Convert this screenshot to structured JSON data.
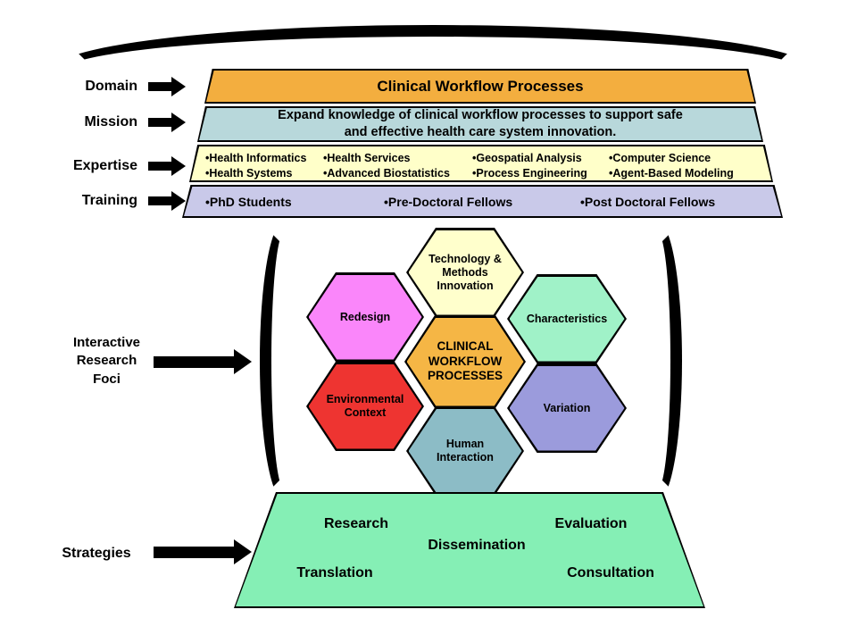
{
  "colors": {
    "arc": "#000000",
    "domain_banner": "#F3AE3F",
    "mission_banner": "#B8D8DB",
    "expertise_banner": "#FFFFC9",
    "training_banner": "#C9C9E9",
    "hex_technology": "#FFFFCC",
    "hex_redesign": "#FA86FA",
    "hex_characteristics": "#A0F2C8",
    "hex_center": "#F5B645",
    "hex_environmental": "#EE3431",
    "hex_variation": "#9B9BDC",
    "hex_human": "#8CBCC6",
    "strategies_panel": "#85EFB5"
  },
  "side_labels": {
    "domain": "Domain",
    "mission": "Mission",
    "expertise": "Expertise",
    "training": "Training",
    "foci_line1": "Interactive",
    "foci_line2": "Research",
    "foci_line3": "Foci",
    "strategies": "Strategies"
  },
  "banners": {
    "domain_title": "Clinical Workflow Processes",
    "mission_line1": "Expand knowledge of clinical workflow processes to support safe",
    "mission_line2": "and effective health care system innovation.",
    "expertise_columns": [
      {
        "top": "•Health Informatics",
        "bottom": "•Health Systems"
      },
      {
        "top": "•Health Services",
        "bottom": "•Advanced Biostatistics"
      },
      {
        "top": "•Geospatial Analysis",
        "bottom": "•Process Engineering"
      },
      {
        "top": "•Computer Science",
        "bottom": "•Agent-Based Modeling"
      }
    ],
    "training_items": [
      "•PhD Students",
      "•Pre-Doctoral Fellows",
      "•Post Doctoral Fellows"
    ]
  },
  "hexagons": {
    "technology": "Technology & Methods Innovation",
    "redesign": "Redesign",
    "characteristics": "Characteristics",
    "center": "CLINICAL WORKFLOW PROCESSES",
    "environmental": "Environmental Context",
    "variation": "Variation",
    "human": "Human Interaction"
  },
  "strategies": {
    "research": "Research",
    "evaluation": "Evaluation",
    "dissemination": "Dissemination",
    "translation": "Translation",
    "consultation": "Consultation"
  }
}
